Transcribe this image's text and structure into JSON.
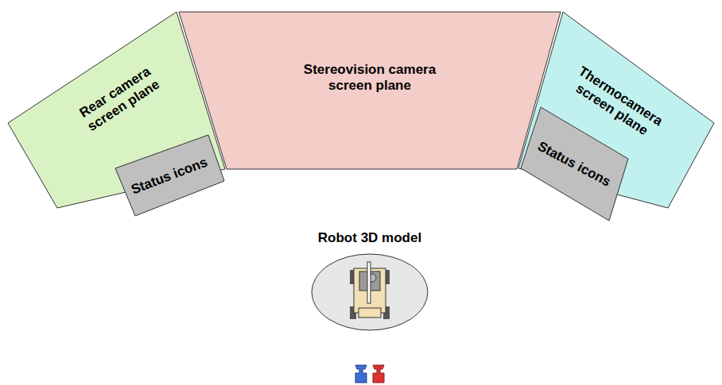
{
  "diagram": {
    "nodes": [
      {
        "text": [
          "Rear camera screen plane"
        ]
      },
      {
        "text": [
          "Status icons"
        ]
      },
      {
        "text": [
          "Stereovision camera screen plane"
        ]
      },
      {
        "text": [
          "Thermocamera screen plane"
        ]
      },
      {
        "text": [
          "Status icons"
        ]
      },
      {
        "text": [
          "Robot 3D model"
        ]
      }
    ],
    "edges": []
  }
}
